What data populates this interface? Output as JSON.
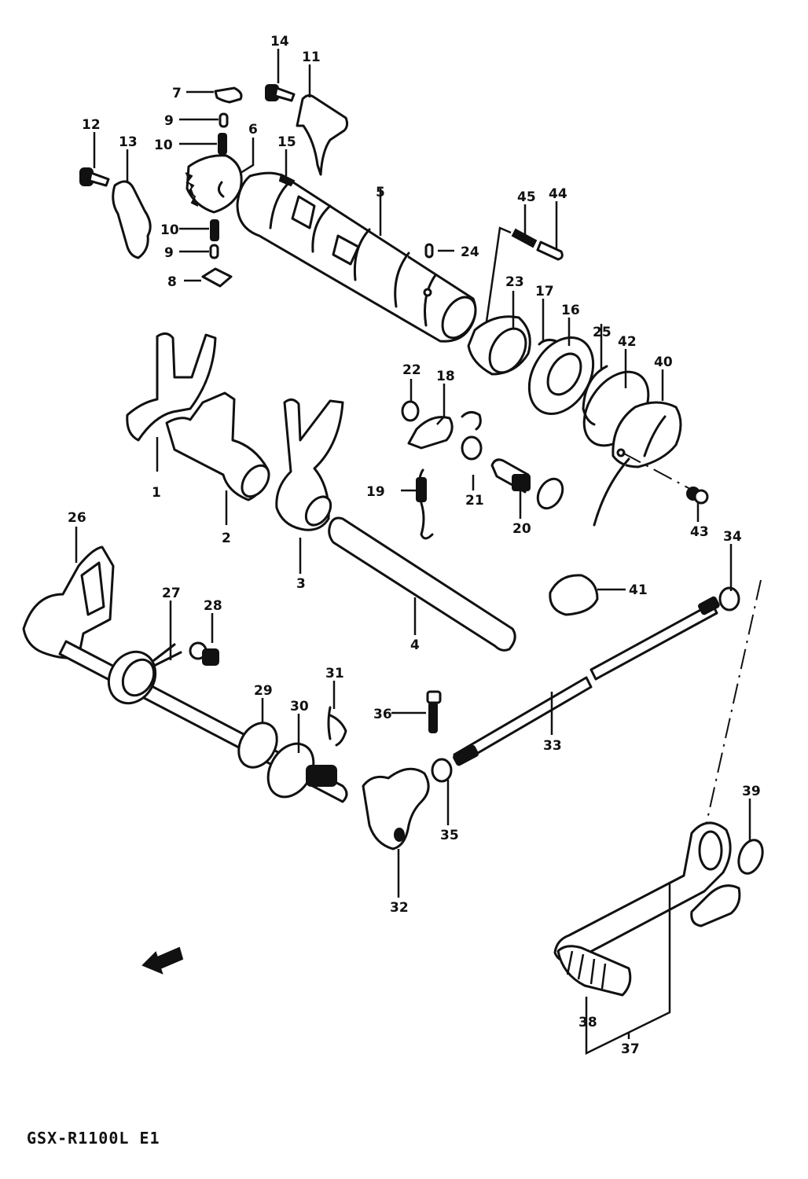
{
  "diagram": {
    "footer_label": "GSX-R1100L E1",
    "callouts": [
      {
        "id": "p1",
        "text": "1"
      },
      {
        "id": "p2",
        "text": "2"
      },
      {
        "id": "p3",
        "text": "3"
      },
      {
        "id": "p4",
        "text": "4"
      },
      {
        "id": "p5",
        "text": "5"
      },
      {
        "id": "p6",
        "text": "6"
      },
      {
        "id": "p7",
        "text": "7"
      },
      {
        "id": "p8",
        "text": "8"
      },
      {
        "id": "p9a",
        "text": "9"
      },
      {
        "id": "p9b",
        "text": "9"
      },
      {
        "id": "p10a",
        "text": "10"
      },
      {
        "id": "p10b",
        "text": "10"
      },
      {
        "id": "p11",
        "text": "11"
      },
      {
        "id": "p12",
        "text": "12"
      },
      {
        "id": "p13",
        "text": "13"
      },
      {
        "id": "p14",
        "text": "14"
      },
      {
        "id": "p15",
        "text": "15"
      },
      {
        "id": "p16",
        "text": "16"
      },
      {
        "id": "p17",
        "text": "17"
      },
      {
        "id": "p18",
        "text": "18"
      },
      {
        "id": "p19",
        "text": "19"
      },
      {
        "id": "p20",
        "text": "20"
      },
      {
        "id": "p21",
        "text": "21"
      },
      {
        "id": "p22",
        "text": "22"
      },
      {
        "id": "p23",
        "text": "23"
      },
      {
        "id": "p24",
        "text": "24"
      },
      {
        "id": "p25",
        "text": "25"
      },
      {
        "id": "p26",
        "text": "26"
      },
      {
        "id": "p27",
        "text": "27"
      },
      {
        "id": "p28",
        "text": "28"
      },
      {
        "id": "p29",
        "text": "29"
      },
      {
        "id": "p30",
        "text": "30"
      },
      {
        "id": "p31",
        "text": "31"
      },
      {
        "id": "p32",
        "text": "32"
      },
      {
        "id": "p33",
        "text": "33"
      },
      {
        "id": "p34",
        "text": "34"
      },
      {
        "id": "p35",
        "text": "35"
      },
      {
        "id": "p36",
        "text": "36"
      },
      {
        "id": "p37",
        "text": "37"
      },
      {
        "id": "p38",
        "text": "38"
      },
      {
        "id": "p39",
        "text": "39"
      },
      {
        "id": "p40",
        "text": "40"
      },
      {
        "id": "p41",
        "text": "41"
      },
      {
        "id": "p42",
        "text": "42"
      },
      {
        "id": "p43",
        "text": "43"
      },
      {
        "id": "p44",
        "text": "44"
      },
      {
        "id": "p45",
        "text": "45"
      }
    ]
  }
}
